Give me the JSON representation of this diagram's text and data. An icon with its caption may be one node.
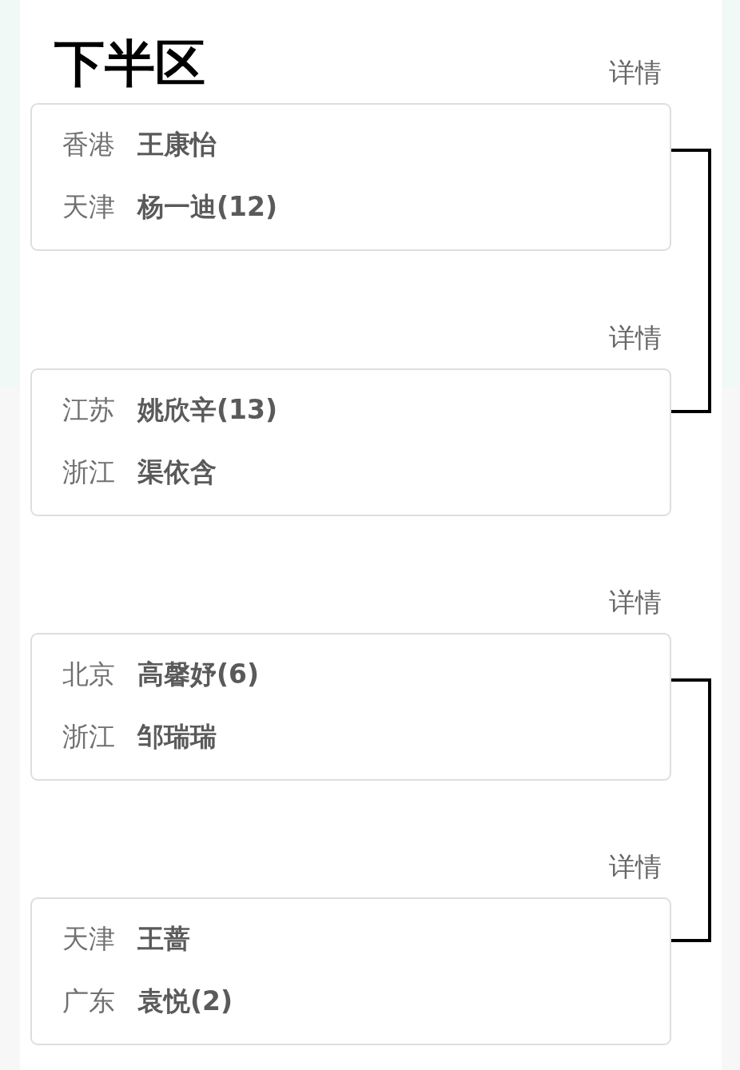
{
  "diagram": {
    "title": "下半区",
    "nodes": [
      {
        "text": [
          "香港",
          "王康怡",
          "天津",
          "杨一迪(12)"
        ],
        "beside": [
          "详情"
        ]
      },
      {
        "text": [
          "江苏",
          "姚欣辛(13)",
          "浙江",
          "渠依含"
        ],
        "beside": [
          "详情"
        ]
      },
      {
        "text": [
          "北京",
          "高馨妤(6)",
          "浙江",
          "邹瑞瑞"
        ],
        "beside": [
          "详情"
        ]
      },
      {
        "text": [
          "天津",
          "王蔷",
          "广东",
          "袁悦(2)"
        ],
        "beside": [
          "详情"
        ]
      }
    ],
    "edges": [
      {
        "from": 0,
        "to": 1,
        "arrow": "none"
      },
      {
        "from": 2,
        "to": 3,
        "arrow": "none"
      }
    ]
  }
}
